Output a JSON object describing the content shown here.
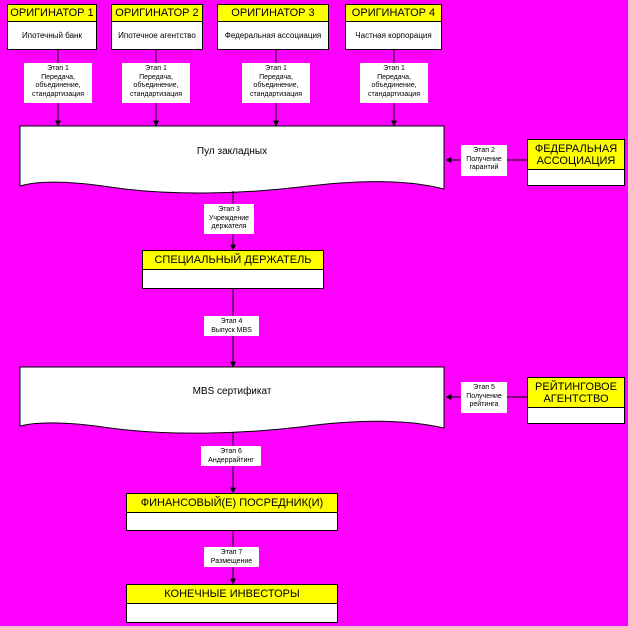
{
  "originators": [
    {
      "title": "ОРИГИНАТОР 1",
      "subtitle": "Ипотечный банк",
      "stage": [
        "Этап 1",
        "Передача,",
        "объединение,",
        "стандартизация"
      ]
    },
    {
      "title": "ОРИГИНАТОР 2",
      "subtitle": "Ипотечное агентство",
      "stage": [
        "Этап 1",
        "Передача,",
        "объединение,",
        "стандартизация"
      ]
    },
    {
      "title": "ОРИГИНАТОР 3",
      "subtitle": "Федеральная ассоциация",
      "stage": [
        "Этап 1",
        "Передача,",
        "объединение,",
        "стандартизация"
      ]
    },
    {
      "title": "ОРИГИНАТОР 4",
      "subtitle": "Частная корпорация",
      "stage": [
        "Этап 1",
        "Передача,",
        "объединение,",
        "стандартизация"
      ]
    }
  ],
  "pool": {
    "label": "Пул закладных"
  },
  "federal": {
    "title_line1": "ФЕДЕРАЛЬНАЯ",
    "title_line2": "АССОЦИАЦИЯ",
    "stage": [
      "Этап 2",
      "Получение",
      "гарантий"
    ]
  },
  "stage3": [
    "Этап 3",
    "Учреждение",
    "держателя"
  ],
  "holder": {
    "title": "СПЕЦИАЛЬНЫЙ ДЕРЖАТЕЛЬ"
  },
  "stage4": [
    "Этап 4",
    "Выпуск MBS"
  ],
  "mbs": {
    "label": "MBS сертификат"
  },
  "rating": {
    "title_line1": "РЕЙТИНГОВОЕ",
    "title_line2": "АГЕНТСТВО",
    "stage": [
      "Этап 5",
      "Получение",
      "рейтинга"
    ]
  },
  "stage6": [
    "Этап 6",
    "Андеррайтинг"
  ],
  "intermediary": {
    "title": "ФИНАНСОВЫЙ(Е) ПОСРЕДНИК(И)"
  },
  "stage7": [
    "Этап 7",
    "Размещение"
  ],
  "investors": {
    "title": "КОНЕЧНЫЕ ИНВЕСТОРЫ"
  },
  "colors": {
    "background": "#ff00ff",
    "header": "#ffff00",
    "box": "#ffffff",
    "line": "#000000"
  }
}
